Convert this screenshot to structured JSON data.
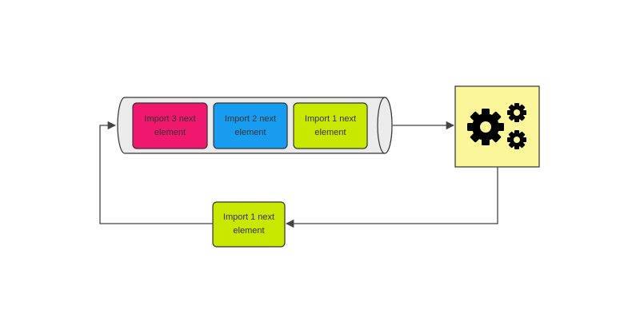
{
  "diagram": {
    "queue": {
      "items": [
        {
          "label": "Import 3 next element",
          "color": "#f0186e"
        },
        {
          "label": "Import 2 next element",
          "color": "#189cf0"
        },
        {
          "label": "Import 1 next element",
          "color": "#c8e800"
        }
      ]
    },
    "processor": {
      "icon": "gears-icon",
      "fill": "#fbf69a"
    },
    "output": {
      "label": "Import 1 next element",
      "color": "#c8e800"
    },
    "colors": {
      "line": "#444444",
      "border": "#333333",
      "cylinder": "#ebebeb"
    }
  }
}
